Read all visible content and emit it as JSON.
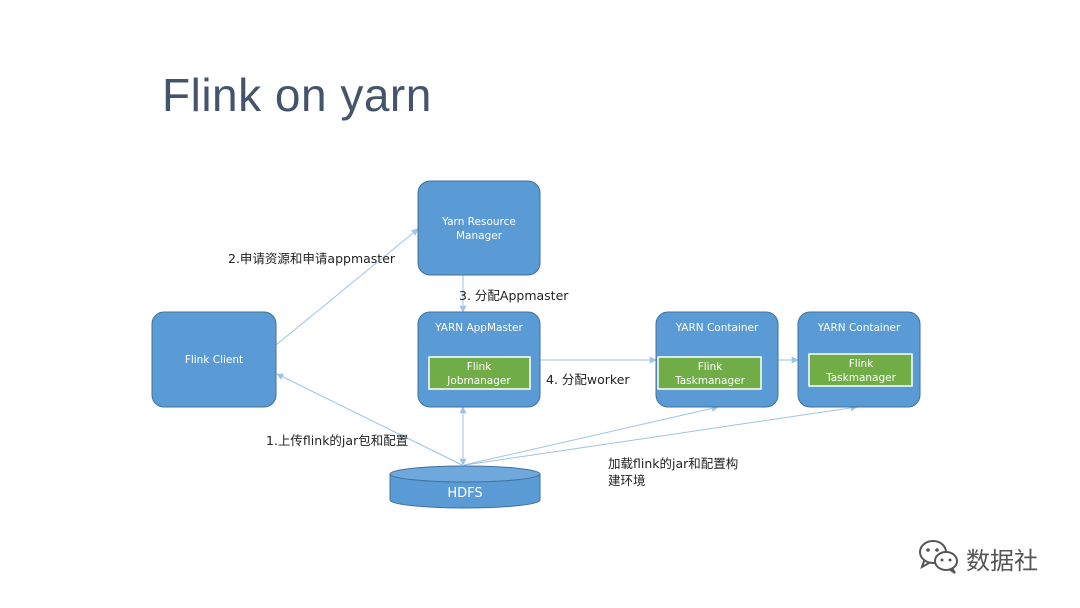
{
  "slide": {
    "title": "Flink on yarn"
  },
  "nodes": {
    "flink_client": "Flink Client",
    "yarn_rm_line1": "Yarn Resource",
    "yarn_rm_line2": "Manager",
    "yarn_appmaster": "YARN AppMaster",
    "jobmanager_line1": "Flink",
    "jobmanager_line2": "Jobmanager",
    "container1": "YARN Container",
    "taskmanager1_line1": "Flink",
    "taskmanager1_line2": "Taskmanager",
    "container2": "YARN Container",
    "taskmanager2_line1": "Flink",
    "taskmanager2_line2": "Taskmanager",
    "hdfs": "HDFS"
  },
  "edges": {
    "step1": "1.上传flink的jar包和配置",
    "step2": "2.申请资源和申请appmaster",
    "step3": "3. 分配Appmaster",
    "step4": "4. 分配worker",
    "load_line1": "加载flink的jar和配置构",
    "load_line2": "建环境"
  },
  "watermark": {
    "text": "数据社",
    "icon": "wechat-icon"
  },
  "colors": {
    "node_fill": "#5b9bd5",
    "inner_fill": "#70ad47",
    "arrow": "#9dc3e6",
    "title": "#44546a"
  }
}
